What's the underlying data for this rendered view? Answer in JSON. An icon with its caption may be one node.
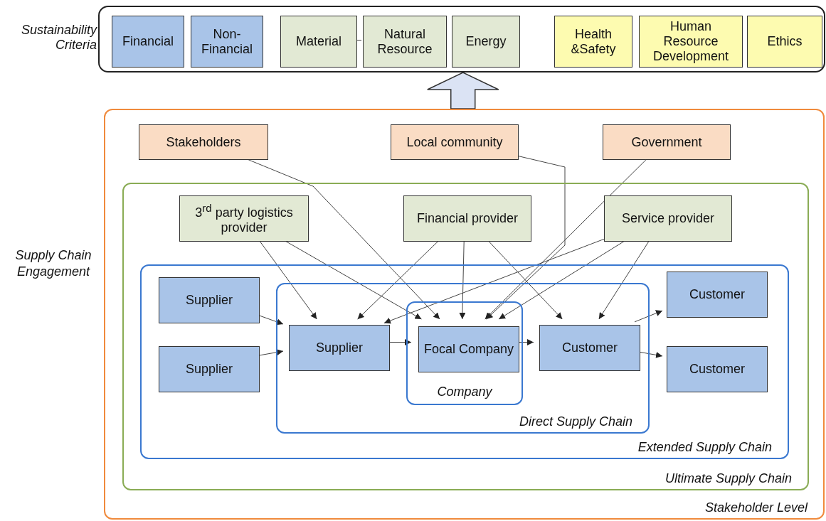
{
  "diagram": {
    "nodes": [
      {
        "text": [
          "Sustainability Criteria"
        ]
      },
      {
        "text": [
          "Financial"
        ],
        "in": 0
      },
      {
        "text": [
          "Non-Financial"
        ],
        "in": 0
      },
      {
        "text": [
          "Material"
        ],
        "in": 0
      },
      {
        "text": [
          "Natural Resource"
        ],
        "in": 0
      },
      {
        "text": [
          "Energy"
        ],
        "in": 0
      },
      {
        "text": [
          "Health &Safety"
        ],
        "in": 0
      },
      {
        "text": [
          "Human Resource Development"
        ],
        "in": 0
      },
      {
        "text": [
          "Ethics"
        ],
        "in": 0
      },
      {
        "text": [
          "Stakeholder Level"
        ]
      },
      {
        "text": [
          "Stakeholders"
        ],
        "in": 9
      },
      {
        "text": [
          "Local community"
        ],
        "in": 9
      },
      {
        "text": [
          "Government"
        ],
        "in": 9
      },
      {
        "text": [
          "Ultimate Supply Chain"
        ],
        "in": 9
      },
      {
        "text": [
          "3$^{rd}$ party logistics provider"
        ],
        "in": 13
      },
      {
        "text": [
          "Financial provider"
        ],
        "in": 13
      },
      {
        "text": [
          "Service provider"
        ],
        "in": 13
      },
      {
        "text": [
          "Extended Supply Chain"
        ],
        "in": 13
      },
      {
        "text": [
          "Supplier"
        ],
        "in": 17
      },
      {
        "text": [
          "Supplier"
        ],
        "in": 17
      },
      {
        "text": [
          "Direct Supply Chain"
        ],
        "in": 17
      },
      {
        "text": [
          "Supplier"
        ],
        "in": 20
      },
      {
        "text": [
          "Company"
        ],
        "in": 20
      },
      {
        "text": [
          "Focal Company"
        ],
        "in": 22
      },
      {
        "text": [
          "Customer"
        ],
        "in": 20
      },
      {
        "text": [
          "Customer"
        ],
        "in": 17
      },
      {
        "text": [
          "Customer"
        ],
        "in": 17
      }
    ],
    "edges": [
      {
        "from": 9,
        "to": 0,
        "arrow": "to",
        "style": "thick"
      },
      {
        "from": 3,
        "to": 4,
        "arrow": "none"
      },
      {
        "from": 10,
        "to": 23,
        "arrow": "to"
      },
      {
        "from": 11,
        "to": 23,
        "arrow": "to"
      },
      {
        "from": 12,
        "to": 23,
        "arrow": "to"
      },
      {
        "from": 14,
        "to": 21,
        "arrow": "to"
      },
      {
        "from": 14,
        "to": 23,
        "arrow": "to"
      },
      {
        "from": 15,
        "to": 21,
        "arrow": "to"
      },
      {
        "from": 15,
        "to": 23,
        "arrow": "to"
      },
      {
        "from": 15,
        "to": 24,
        "arrow": "to"
      },
      {
        "from": 16,
        "to": 21,
        "arrow": "to"
      },
      {
        "from": 16,
        "to": 23,
        "arrow": "to"
      },
      {
        "from": 16,
        "to": 24,
        "arrow": "to"
      },
      {
        "from": 18,
        "to": 21,
        "arrow": "to"
      },
      {
        "from": 19,
        "to": 21,
        "arrow": "to"
      },
      {
        "from": 21,
        "to": 23,
        "arrow": "to"
      },
      {
        "from": 23,
        "to": 24,
        "arrow": "to"
      },
      {
        "from": 24,
        "to": 25,
        "arrow": "to"
      },
      {
        "from": 24,
        "to": 26,
        "arrow": "to"
      }
    ],
    "labels": [
      "Supply Chain Engagement"
    ]
  }
}
